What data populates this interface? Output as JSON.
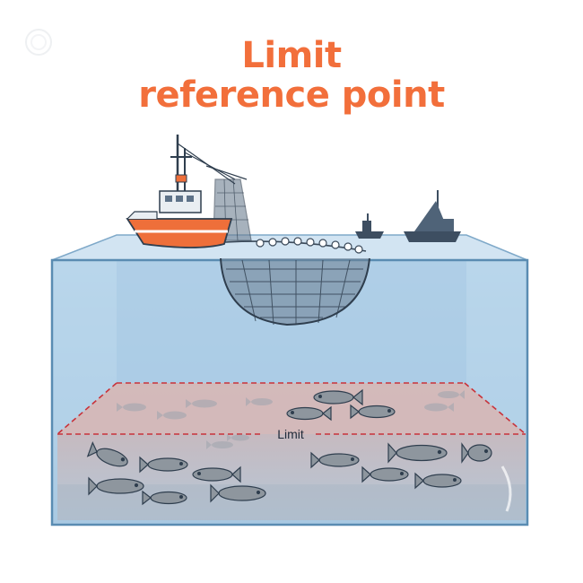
{
  "title": {
    "line1": "Limit",
    "line2": "reference point",
    "color": "#f26f3b"
  },
  "limit_label": "Limit",
  "colors": {
    "water_front": "#bcd8ec",
    "water_top": "#a5c9e4",
    "deep_zone": "#c7b6b8",
    "limit_line": "#c8323a",
    "boat_hull": "#ee6f3a",
    "net": "#334455",
    "fish": "#8e969e"
  },
  "icons": {
    "corner_logo": "faded-circle-logo-icon",
    "main_boat": "trawler-boat-icon",
    "net": "trawl-net-icon",
    "small_boats": "distant-boat-icon",
    "fish": "tuna-fish-icon"
  }
}
